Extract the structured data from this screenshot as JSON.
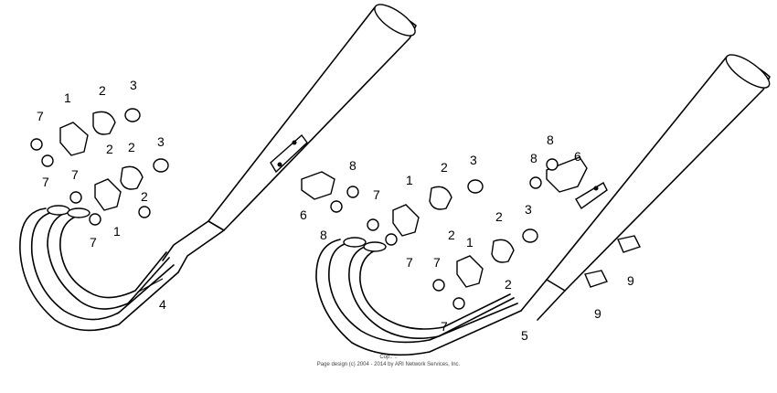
{
  "callouts": {
    "left": {
      "c1a": "1",
      "c2a": "2",
      "c3a": "3",
      "c2b": "2",
      "c2c": "2",
      "c3b": "3",
      "c2d": "2",
      "c7a": "7",
      "c7b": "7",
      "c7c": "7",
      "c1b": "1",
      "c7d": "7",
      "c4": "4"
    },
    "right": {
      "c8a": "8",
      "c6a": "6",
      "c8b": "8",
      "c7a": "7",
      "c8c": "8",
      "c1a": "1",
      "c2a": "2",
      "c2b": "2",
      "c3a": "3",
      "c7b": "7",
      "c2c": "2",
      "c3b": "3",
      "c1b": "1",
      "c2d": "2",
      "c7c": "7",
      "c7d": "7",
      "c5": "5",
      "c8d": "8",
      "c6b": "6",
      "c9a": "9",
      "c9b": "9"
    }
  },
  "footer": {
    "copyright_line1": "Cop.. ..",
    "copyright_line2": "Page design (c) 2004 - 2014 by ARI Network Services, Inc."
  }
}
